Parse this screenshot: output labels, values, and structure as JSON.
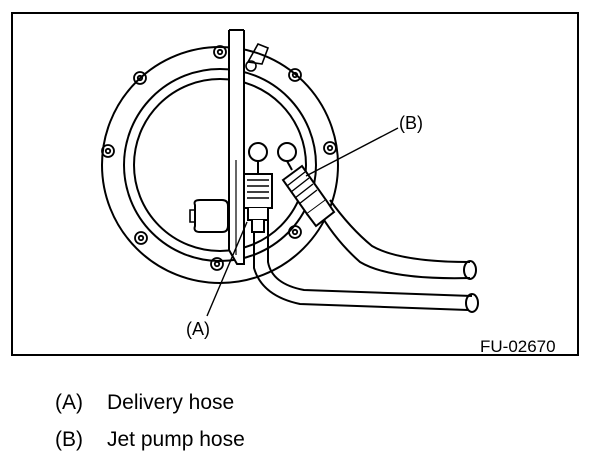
{
  "diagram": {
    "figure_code": "FU-02670",
    "callouts": {
      "a": "(A)",
      "b": "(B)"
    }
  },
  "legend": [
    {
      "key": "(A)",
      "text": "Delivery hose"
    },
    {
      "key": "(B)",
      "text": "Jet pump hose"
    }
  ]
}
